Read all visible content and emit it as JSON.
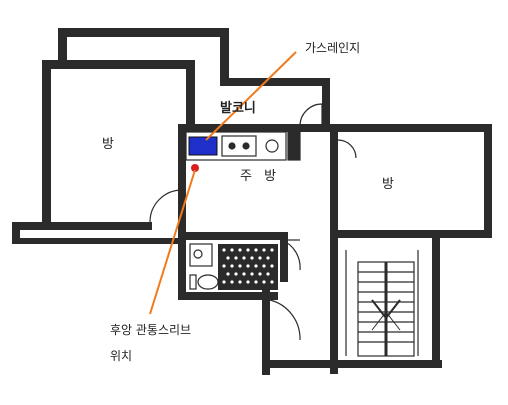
{
  "rooms": {
    "left_room": "방",
    "right_room": "방",
    "balcony": "발코니",
    "kitchen": "주 방"
  },
  "callouts": {
    "gas_range": "가스레인지",
    "duct_line1": "후앙 관통스리브",
    "duct_line2": "위치"
  },
  "colors": {
    "wall": "#2b2b2b",
    "gas_range_marker": "#1f2fc9",
    "duct_marker": "#d81e1e",
    "leader_line": "#f07a1c"
  }
}
